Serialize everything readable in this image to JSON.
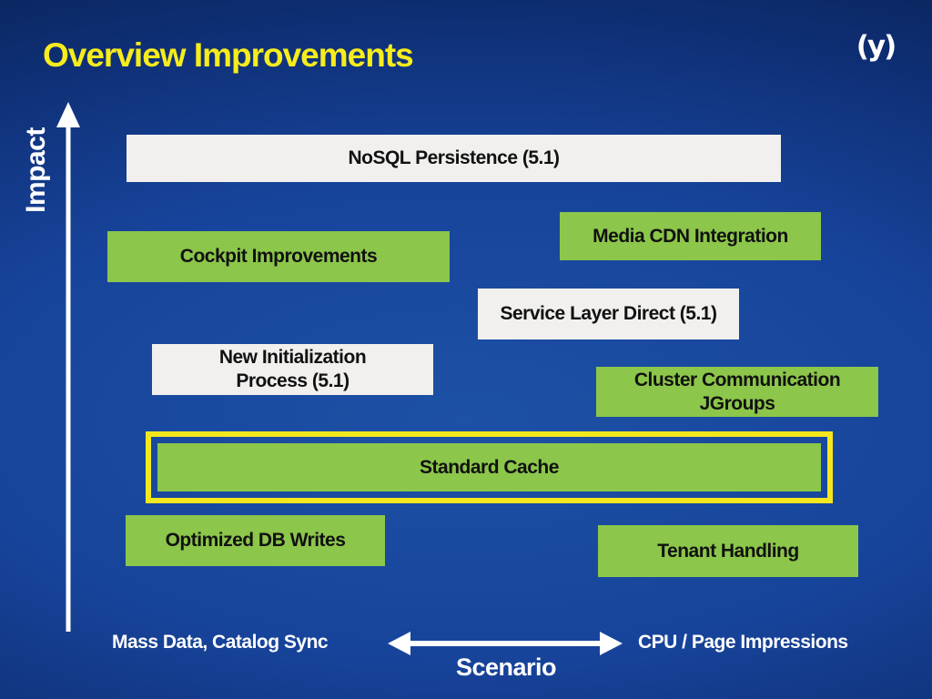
{
  "slide": {
    "title": "Overview Improvements",
    "logo_text": "(y)"
  },
  "axes": {
    "y_axis_label": "Impact",
    "x_axis_label": "Scenario",
    "x_axis_left_label": "Mass Data, Catalog Sync",
    "x_axis_right_label": "CPU / Page Impressions"
  },
  "boxes": [
    {
      "label": "NoSQL Persistence (5.1)",
      "style": "white"
    },
    {
      "label": "Cockpit Improvements",
      "style": "green"
    },
    {
      "label": "Media CDN Integration",
      "style": "green"
    },
    {
      "label": "Service Layer Direct (5.1)",
      "style": "white"
    },
    {
      "label": "New Initialization\nProcess (5.1)",
      "style": "white"
    },
    {
      "label": "Cluster Communication\nJGroups",
      "style": "green"
    },
    {
      "label": "Standard Cache",
      "style": "green",
      "highlighted": true
    },
    {
      "label": "Optimized DB Writes",
      "style": "green"
    },
    {
      "label": "Tenant Handling",
      "style": "green"
    }
  ],
  "colors": {
    "background_center": "#1d51a5",
    "background_edge": "#0a2155",
    "accent_yellow": "#f7ec1c",
    "highlight_border_yellow": "#f5e71e",
    "box_green": "#8cc64a",
    "box_white": "#f1f0ee",
    "box_text": "#111111",
    "axis_white": "#ffffff"
  }
}
